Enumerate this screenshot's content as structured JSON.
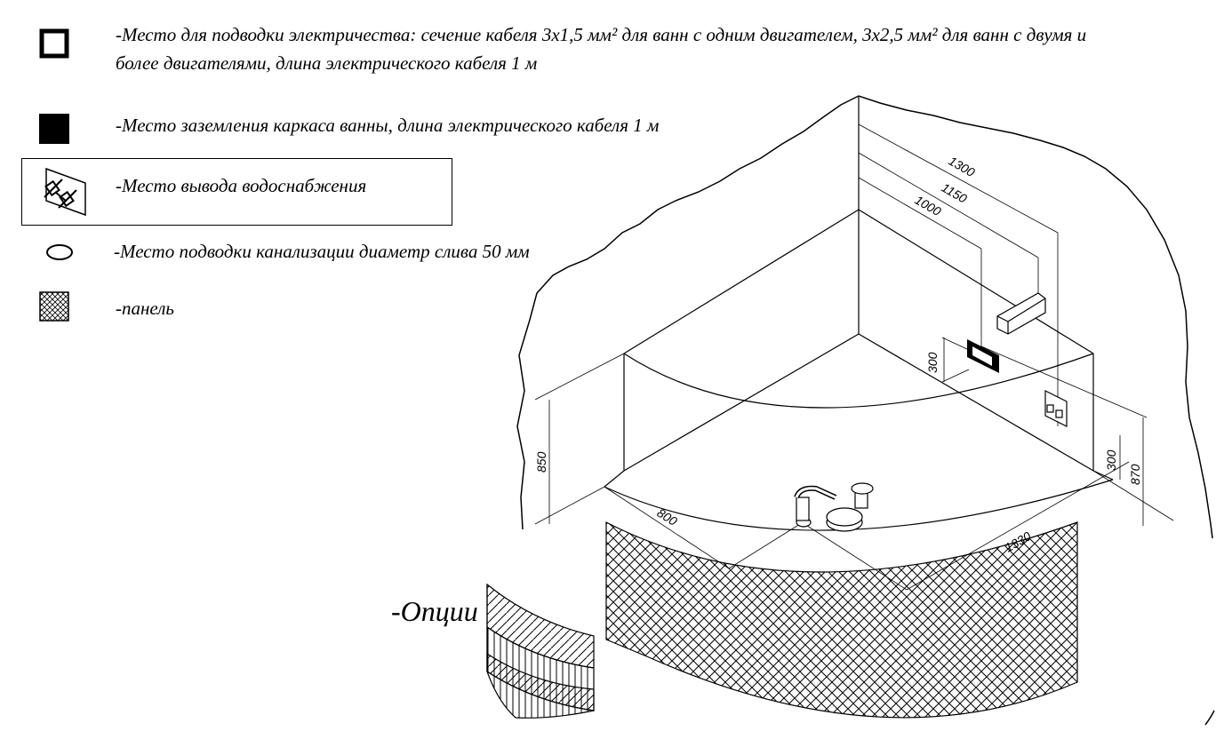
{
  "legend": {
    "electricity": "-Место для подводки электричества: сечение кабеля 3х1,5 мм² для ванн с одним двигателем, 3х2,5 мм² для ванн с двумя и",
    "electricity_line2": "более двигателями, длина электрического кабеля 1 м",
    "grounding": "-Место заземления каркаса ванны, длина электрического кабеля 1 м",
    "water": "-Место вывода водоснабжения",
    "drain": "-Место подводки канализации диаметр слива 50 мм",
    "panel": "-панель"
  },
  "dimensions": {
    "d1300": "1300",
    "d1150": "1150",
    "d1000": "1000",
    "d300a": "300",
    "d850": "850",
    "d800": "800",
    "d1330": "1330",
    "d300b": "300",
    "d870": "870"
  },
  "options_label": "-Опции"
}
